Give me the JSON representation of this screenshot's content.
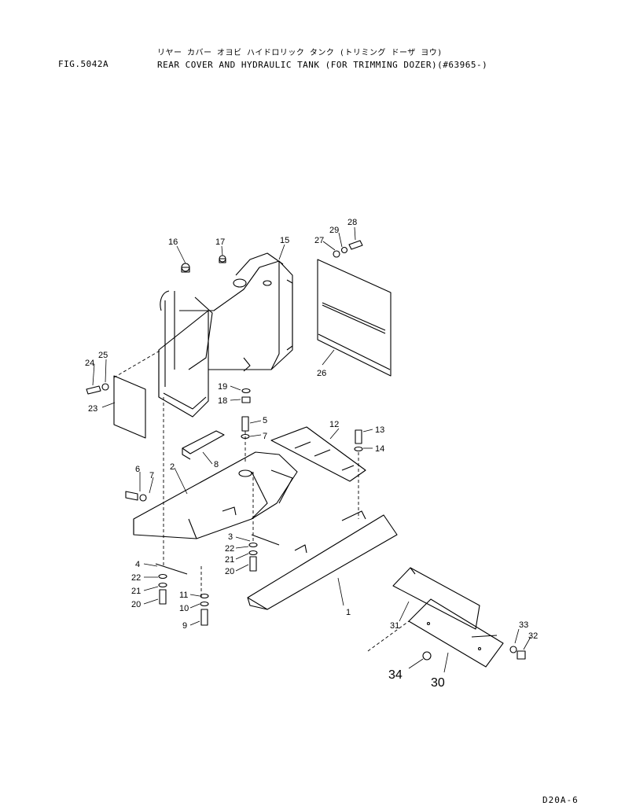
{
  "header": {
    "fig_label": "FIG.5042A",
    "title_jp": "リヤー カバー オヨビ ハイドロリック タンク (トリミング ドーザ ヨウ)",
    "title_en": "REAR COVER AND HYDRAULIC TANK (FOR TRIMMING DOZER)(#63965-)"
  },
  "footer": {
    "page_code": "D20A-6"
  },
  "callouts": [
    "1",
    "2",
    "3",
    "4",
    "5",
    "6",
    "7",
    "7",
    "8",
    "9",
    "10",
    "11",
    "12",
    "13",
    "14",
    "15",
    "16",
    "17",
    "18",
    "19",
    "20",
    "20",
    "21",
    "21",
    "22",
    "22",
    "23",
    "24",
    "25",
    "26",
    "27",
    "28",
    "29",
    "30",
    "31",
    "32",
    "33",
    "34"
  ]
}
